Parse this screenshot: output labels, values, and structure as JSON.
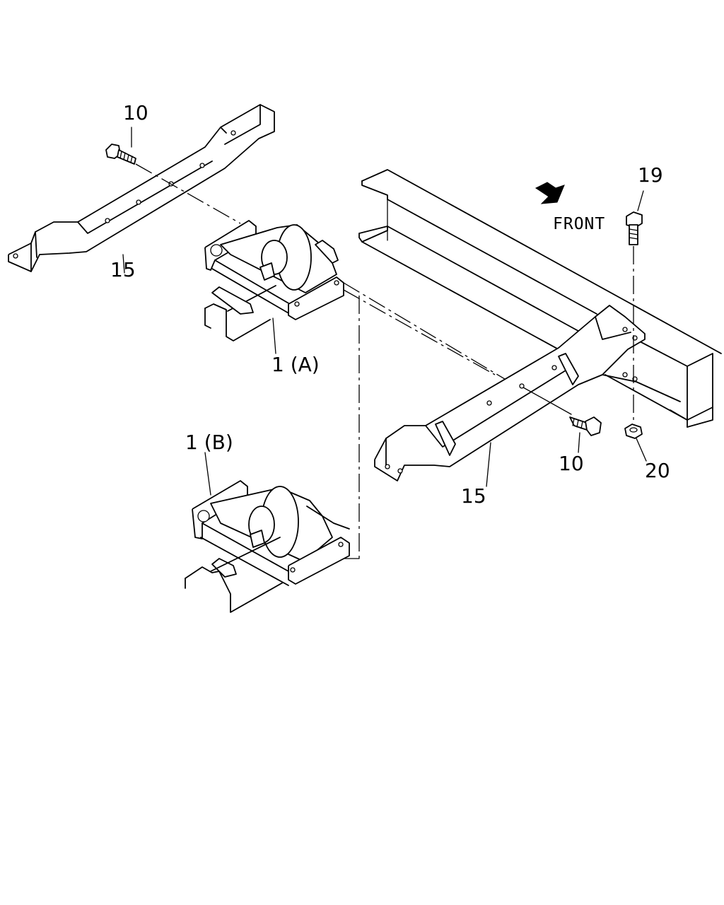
{
  "diagram": {
    "labels": {
      "bolt_upper": "10",
      "frame_upper": "15",
      "bracket_a": "1 (A)",
      "bracket_b": "1 (B)",
      "bolt_lower": "10",
      "frame_lower": "15",
      "bolt_right": "19",
      "nut_right": "20"
    },
    "direction_label": "FRONT"
  }
}
